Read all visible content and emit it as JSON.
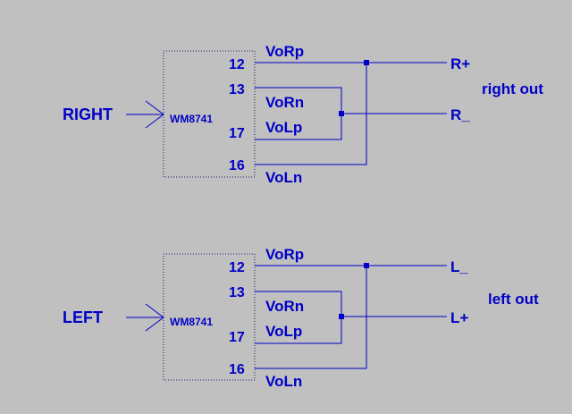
{
  "colors": {
    "background": "#c0c0c0",
    "wire": "#0000c8",
    "box_border": "#1a1a66"
  },
  "right_channel": {
    "input_label": "RIGHT",
    "chip_label": "WM8741",
    "pins": {
      "p12": "12",
      "p13": "13",
      "p17": "17",
      "p16": "16"
    },
    "nets": {
      "vorp": "VoRp",
      "vorn": "VoRn",
      "volp": "VoLp",
      "voln": "VoLn"
    },
    "outputs": {
      "top": "R+",
      "bottom": "R_"
    },
    "out_label": "right out"
  },
  "left_channel": {
    "input_label": "LEFT",
    "chip_label": "WM8741",
    "pins": {
      "p12": "12",
      "p13": "13",
      "p17": "17",
      "p16": "16"
    },
    "nets": {
      "vorp": "VoRp",
      "vorn": "VoRn",
      "volp": "VoLp",
      "voln": "VoLn"
    },
    "outputs": {
      "top": "L_",
      "bottom": "L+"
    },
    "out_label": "left out"
  }
}
